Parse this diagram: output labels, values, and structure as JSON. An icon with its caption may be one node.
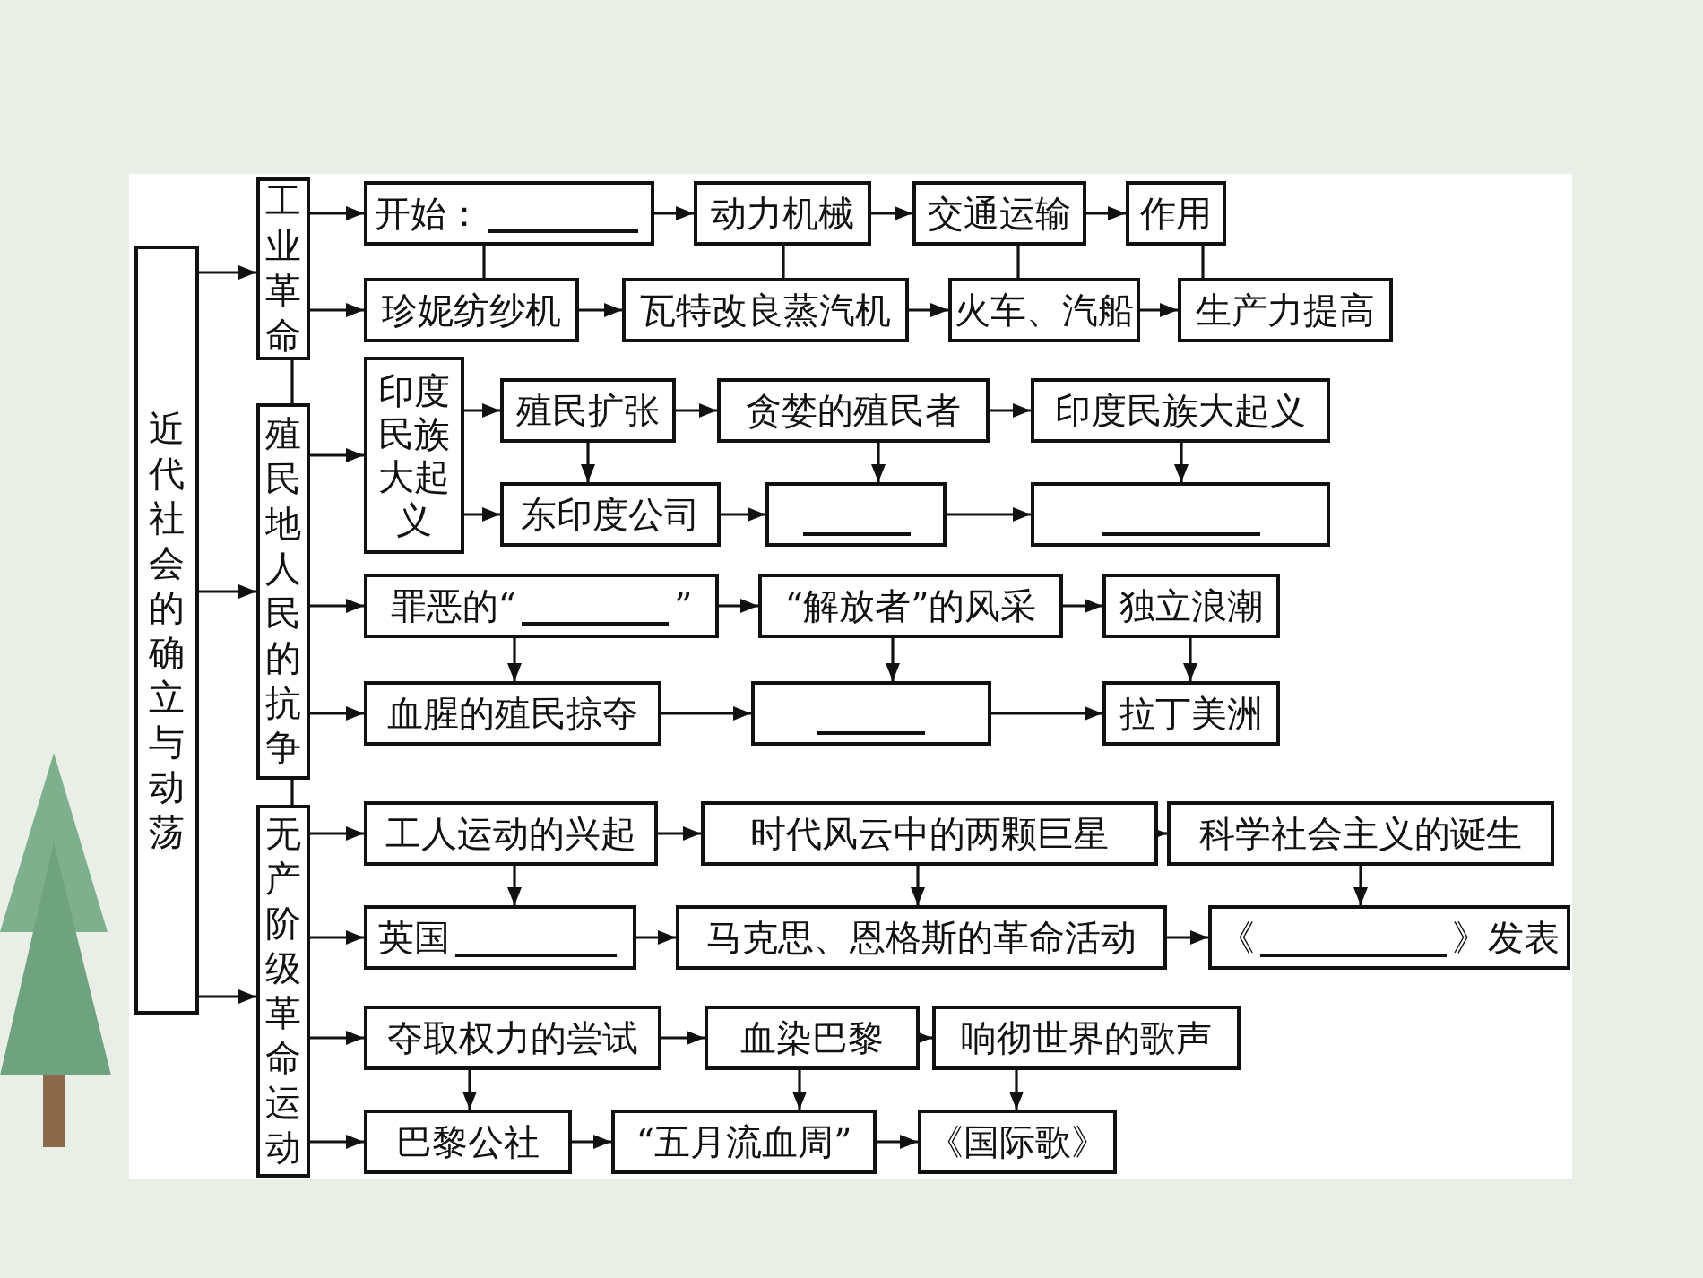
{
  "diagram": {
    "nodes": [
      {
        "text": [
          "近代社会的确立与动荡"
        ]
      },
      {
        "text": [
          "工业革命"
        ]
      },
      {
        "text": [
          "开始："
        ]
      },
      {
        "text": [
          "动力机械"
        ]
      },
      {
        "text": [
          "交通运输"
        ]
      },
      {
        "text": [
          "作用"
        ]
      },
      {
        "text": [
          "珍妮纺纱机"
        ]
      },
      {
        "text": [
          "瓦特改良蒸汽机"
        ]
      },
      {
        "text": [
          "火车、汽船"
        ]
      },
      {
        "text": [
          "生产力提高"
        ]
      },
      {
        "text": [
          "殖民地人民的抗争"
        ]
      },
      {
        "text": [
          "印度民族大起义"
        ]
      },
      {
        "text": [
          "殖民扩张"
        ]
      },
      {
        "text": [
          "贪婪的殖民者"
        ]
      },
      {
        "text": [
          "印度民族大起义"
        ]
      },
      {
        "text": [
          "东印度公司"
        ]
      },
      {
        "text": [],
        "shape": "box"
      },
      {
        "text": [],
        "shape": "box"
      },
      {
        "text": [
          "罪恶的“",
          "”"
        ]
      },
      {
        "text": [
          "“解放者”的风采"
        ]
      },
      {
        "text": [
          "独立浪潮"
        ]
      },
      {
        "text": [
          "血腥的殖民掠夺"
        ]
      },
      {
        "text": [],
        "shape": "box"
      },
      {
        "text": [
          "拉丁美洲"
        ]
      },
      {
        "text": [
          "无产阶级革命运动"
        ]
      },
      {
        "text": [
          "工人运动的兴起"
        ]
      },
      {
        "text": [
          "时代风云中的两颗巨星"
        ]
      },
      {
        "text": [
          "科学社会主义的诞生"
        ]
      },
      {
        "text": [
          "英国"
        ]
      },
      {
        "text": [
          "马克思、恩格斯的革命活动"
        ]
      },
      {
        "text": [
          "《",
          "》发表"
        ]
      },
      {
        "text": [
          "夺取权力的尝试"
        ]
      },
      {
        "text": [
          "血染巴黎"
        ]
      },
      {
        "text": [
          "响彻世界的歌声"
        ]
      },
      {
        "text": [
          "巴黎公社"
        ]
      },
      {
        "text": [
          "“五月流血周”"
        ]
      },
      {
        "text": [
          "《国际歌》"
        ]
      }
    ],
    "edges": [
      {
        "from": 0,
        "to": 1,
        "arrow": "to"
      },
      {
        "from": 0,
        "to": 10,
        "arrow": "to"
      },
      {
        "from": 0,
        "to": 24,
        "arrow": "to"
      },
      {
        "from": 1,
        "to": 2,
        "arrow": "to"
      },
      {
        "from": 1,
        "to": 6,
        "arrow": "to"
      },
      {
        "from": 2,
        "to": 3,
        "arrow": "to"
      },
      {
        "from": 3,
        "to": 4,
        "arrow": "to"
      },
      {
        "from": 4,
        "to": 5,
        "arrow": "to"
      },
      {
        "from": 6,
        "to": 7,
        "arrow": "to"
      },
      {
        "from": 7,
        "to": 8,
        "arrow": "to"
      },
      {
        "from": 8,
        "to": 9,
        "arrow": "to"
      },
      {
        "from": 2,
        "to": 6,
        "arrow": "none"
      },
      {
        "from": 3,
        "to": 7,
        "arrow": "none"
      },
      {
        "from": 4,
        "to": 8,
        "arrow": "none"
      },
      {
        "from": 5,
        "to": 9,
        "arrow": "none"
      },
      {
        "from": 1,
        "to": 10,
        "arrow": "none"
      },
      {
        "from": 10,
        "to": 24,
        "arrow": "none"
      },
      {
        "from": 10,
        "to": 11,
        "arrow": "to"
      },
      {
        "from": 11,
        "to": 12,
        "arrow": "to"
      },
      {
        "from": 11,
        "to": 15,
        "arrow": "to"
      },
      {
        "from": 12,
        "to": 13,
        "arrow": "to"
      },
      {
        "from": 13,
        "to": 14,
        "arrow": "to"
      },
      {
        "from": 12,
        "to": 15,
        "arrow": "to"
      },
      {
        "from": 13,
        "to": 16,
        "arrow": "to"
      },
      {
        "from": 14,
        "to": 17,
        "arrow": "to"
      },
      {
        "from": 15,
        "to": 16,
        "arrow": "to"
      },
      {
        "from": 16,
        "to": 17,
        "arrow": "to"
      },
      {
        "from": 10,
        "to": 18,
        "arrow": "to"
      },
      {
        "from": 10,
        "to": 21,
        "arrow": "to"
      },
      {
        "from": 18,
        "to": 19,
        "arrow": "to"
      },
      {
        "from": 19,
        "to": 20,
        "arrow": "to"
      },
      {
        "from": 18,
        "to": 21,
        "arrow": "to"
      },
      {
        "from": 19,
        "to": 22,
        "arrow": "to"
      },
      {
        "from": 20,
        "to": 23,
        "arrow": "to"
      },
      {
        "from": 21,
        "to": 22,
        "arrow": "to"
      },
      {
        "from": 22,
        "to": 23,
        "arrow": "to"
      },
      {
        "from": 24,
        "to": 25,
        "arrow": "to"
      },
      {
        "from": 24,
        "to": 28,
        "arrow": "to"
      },
      {
        "from": 24,
        "to": 31,
        "arrow": "to"
      },
      {
        "from": 24,
        "to": 34,
        "arrow": "to"
      },
      {
        "from": 25,
        "to": 26,
        "arrow": "to"
      },
      {
        "from": 26,
        "to": 27,
        "arrow": "to"
      },
      {
        "from": 25,
        "to": 28,
        "arrow": "to"
      },
      {
        "from": 26,
        "to": 29,
        "arrow": "to"
      },
      {
        "from": 27,
        "to": 30,
        "arrow": "to"
      },
      {
        "from": 28,
        "to": 29,
        "arrow": "to"
      },
      {
        "from": 29,
        "to": 30,
        "arrow": "to"
      },
      {
        "from": 31,
        "to": 32,
        "arrow": "to"
      },
      {
        "from": 32,
        "to": 33,
        "arrow": "to"
      },
      {
        "from": 31,
        "to": 34,
        "arrow": "to"
      },
      {
        "from": 32,
        "to": 35,
        "arrow": "to"
      },
      {
        "from": 33,
        "to": 36,
        "arrow": "to"
      },
      {
        "from": 34,
        "to": 35,
        "arrow": "to"
      },
      {
        "from": 35,
        "to": 36,
        "arrow": "to"
      }
    ]
  }
}
